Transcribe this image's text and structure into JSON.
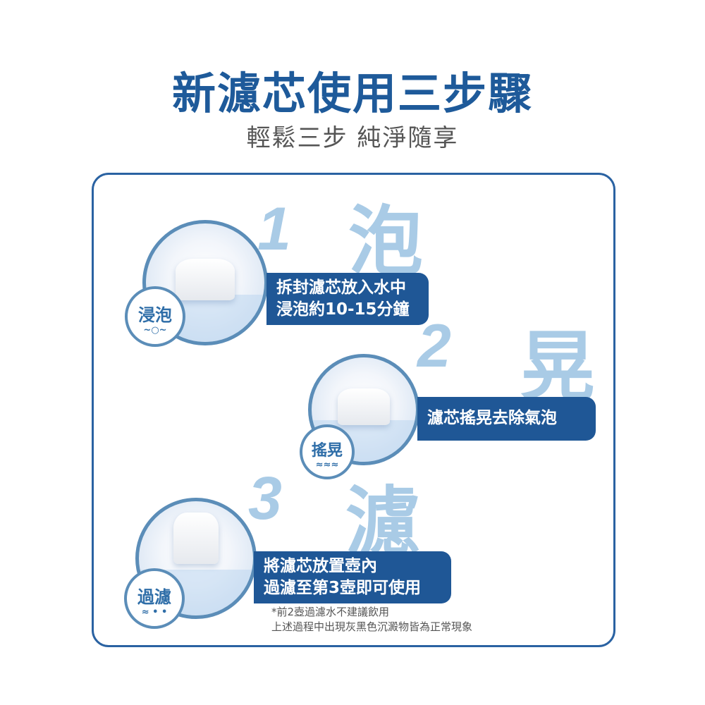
{
  "header": {
    "title": "新濾芯使用三步驟",
    "subtitle": "輕鬆三步 純淨隨享"
  },
  "steps": [
    {
      "number": "1",
      "keyword": "泡",
      "badge": "浸泡",
      "badge_deco": "~○~",
      "lines": [
        "拆封濾芯放入水中",
        "浸泡約10-15分鐘"
      ]
    },
    {
      "number": "2",
      "keyword": "晃",
      "badge": "搖晃",
      "badge_deco": "≈≈≈",
      "lines": [
        "濾芯搖晃去除氣泡"
      ]
    },
    {
      "number": "3",
      "keyword": "濾",
      "badge": "過濾",
      "badge_deco": "≈ • •",
      "lines": [
        "將濾芯放置壺內",
        "過濾至第3壺即可使用"
      ]
    }
  ],
  "notes": [
    "*前2壺過濾水不建議飲用",
    "上述過程中出現灰黑色沉澱物皆為正常現象"
  ],
  "colors": {
    "title": "#1e5a9a",
    "ribbon": "#1f5796",
    "big_text": "#a9cbe6",
    "border": "#2a62a2"
  }
}
